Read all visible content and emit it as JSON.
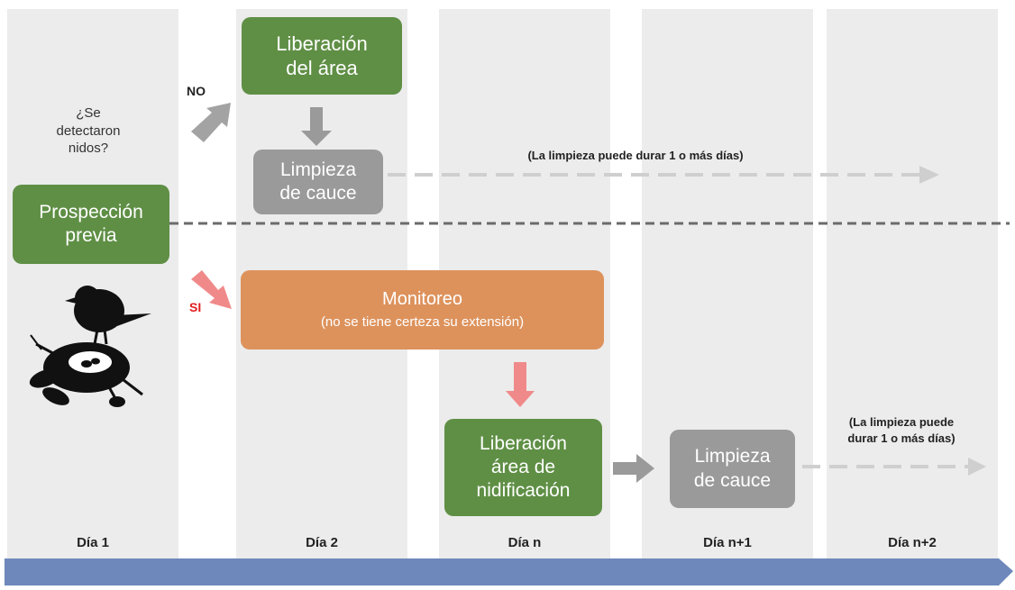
{
  "question": "¿Se\ndetectaron\nnidos?",
  "no_label": "NO",
  "si_label": "SI",
  "boxes": {
    "prospeccion": "Prospección\nprevia",
    "liberacion_area": "Liberación\ndel área",
    "limpieza_1": "Limpieza\nde cauce",
    "monitoreo_title": "Monitoreo",
    "monitoreo_sub": "(no se tiene certeza su extensión)",
    "liberacion_nidificacion": "Liberación\nárea de\nnidificación",
    "limpieza_2": "Limpieza\nde cauce"
  },
  "notes": {
    "duration_1": "(La limpieza puede durar 1 o más días)",
    "duration_2": "(La limpieza puede\ndurar 1 o más días)"
  },
  "days": [
    "Día 1",
    "Día 2",
    "Día n",
    "Día n+1",
    "Día n+2"
  ],
  "colors": {
    "green": "#5f8f45",
    "gray": "#9a9a9a",
    "orange": "#dd925c",
    "pink_arrow": "#f08a8a",
    "timeline": "#6e88bb",
    "column_bg": "#ececec"
  },
  "icons": [
    "bird-on-nest-icon"
  ]
}
